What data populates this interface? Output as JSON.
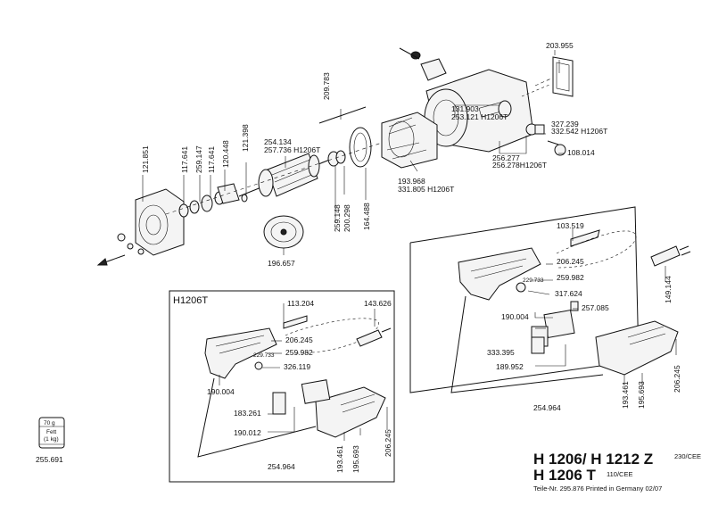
{
  "title": {
    "line1": "H 1206/ H 1212 Z",
    "line1_suffix": "230/CEE",
    "line2": "H 1206 T",
    "line2_suffix": "110/CEE",
    "footer": "Teile-Nr. 295.876 Printed in Germany 02/07"
  },
  "inset_title": "H1206T",
  "grease": {
    "amount": "70 g",
    "label_line1": "Fett",
    "label_line2": "(1 kg)",
    "part_no": "255.691"
  },
  "parts": {
    "p203955": "203.955",
    "p209783": "209.783",
    "p131903": "131.903",
    "p253121": "253.121 H1206T",
    "p327239": "327.239",
    "p332542": "332.542 H1206T",
    "p108014": "108.014",
    "p256277": "256.277",
    "p256278": "256.278H1206T",
    "p254134": "254.134",
    "p257736": "257.736 H1206T",
    "p193968": "193.968",
    "p331805": "331.805 H1206T",
    "p121851": "121.851",
    "p117641a": "117.641",
    "p259147": "259.147",
    "p117641b": "117.641",
    "p120448": "120.448",
    "p121398": "121.398",
    "p259148": "259.148",
    "p200298": "200.298",
    "p164488": "164.488",
    "p196657": "196.657",
    "p103519": "103.519",
    "p206245a": "206.245",
    "p259982a": "259.982",
    "p229733a": "229.733",
    "p317624": "317.624",
    "p149144": "149.144",
    "p190004a": "190.004",
    "p257085": "257.085",
    "p333395": "333.395",
    "p189952": "189.952",
    "p193461a": "193.461",
    "p195693a": "195.693",
    "p206245b": "206.245",
    "p254964a": "254.964",
    "p113204": "113.204",
    "p143626": "143.626",
    "p206245c": "206.245",
    "p259982b": "259.982",
    "p229733b": "229.733",
    "p326119": "326.119",
    "p190004b": "190.004",
    "p183261": "183.261",
    "p190012": "190.012",
    "p193461b": "193.461",
    "p195693b": "195.693",
    "p206245d": "206.245",
    "p254964b": "254.964"
  }
}
